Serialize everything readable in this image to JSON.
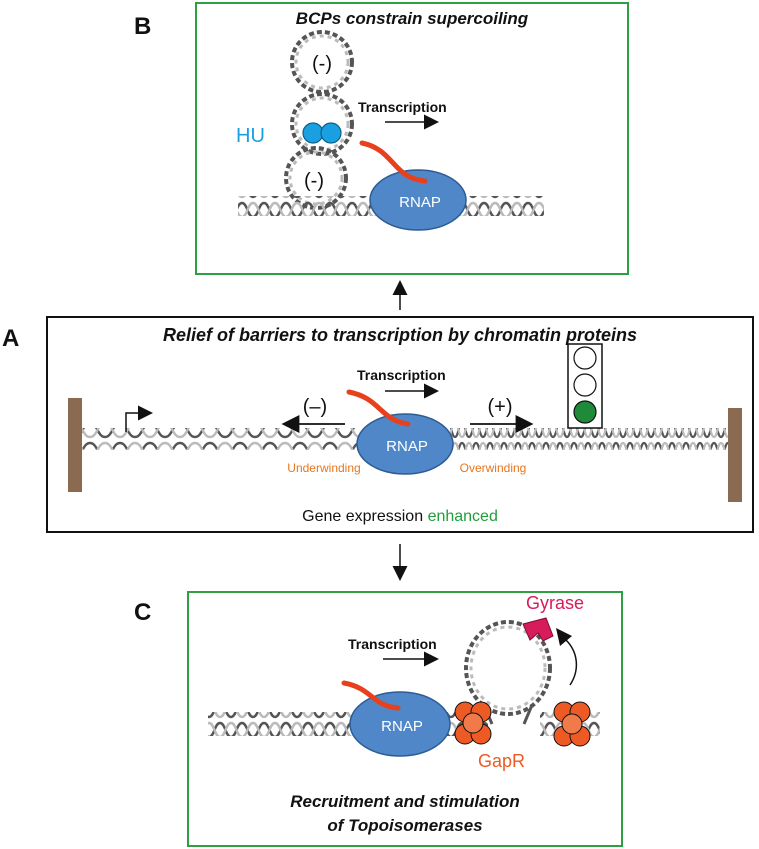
{
  "panel_a": {
    "letter": "A",
    "title": "Relief of barriers to transcription by chromatin proteins",
    "transcription": "Transcription",
    "neg_sign": "(–)",
    "pos_sign": "(+)",
    "rnap": "RNAP",
    "underwinding": "Underwinding",
    "overwinding": "Overwinding",
    "caption_prefix": "Gene expression",
    "caption_highlight": "enhanced"
  },
  "panel_b": {
    "letter": "B",
    "title": "BCPs constrain supercoiling",
    "loop_top_sign": "(-)",
    "loop_bottom_sign": "(-)",
    "hu": "HU",
    "transcription": "Transcription",
    "rnap": "RNAP"
  },
  "panel_c": {
    "letter": "C",
    "transcription": "Transcription",
    "gyrase": "Gyrase",
    "rnap": "RNAP",
    "gapr": "GapR",
    "title_line1": "Recruitment and stimulation",
    "title_line2": "of Topoisomerases"
  },
  "colors": {
    "frame_green": "#2ea043",
    "rnap_blue": "#4f87c8",
    "rna_red": "#e8401c",
    "hu_blue": "#1aa0e0",
    "underwinding_orange": "#e8761e",
    "enhanced_green": "#1f9e3a",
    "gapr_orange": "#ee5a24",
    "gyrase_magenta": "#d81b5a",
    "barrier_brown": "#8a6b52",
    "light_green": "#1f8a3a"
  }
}
